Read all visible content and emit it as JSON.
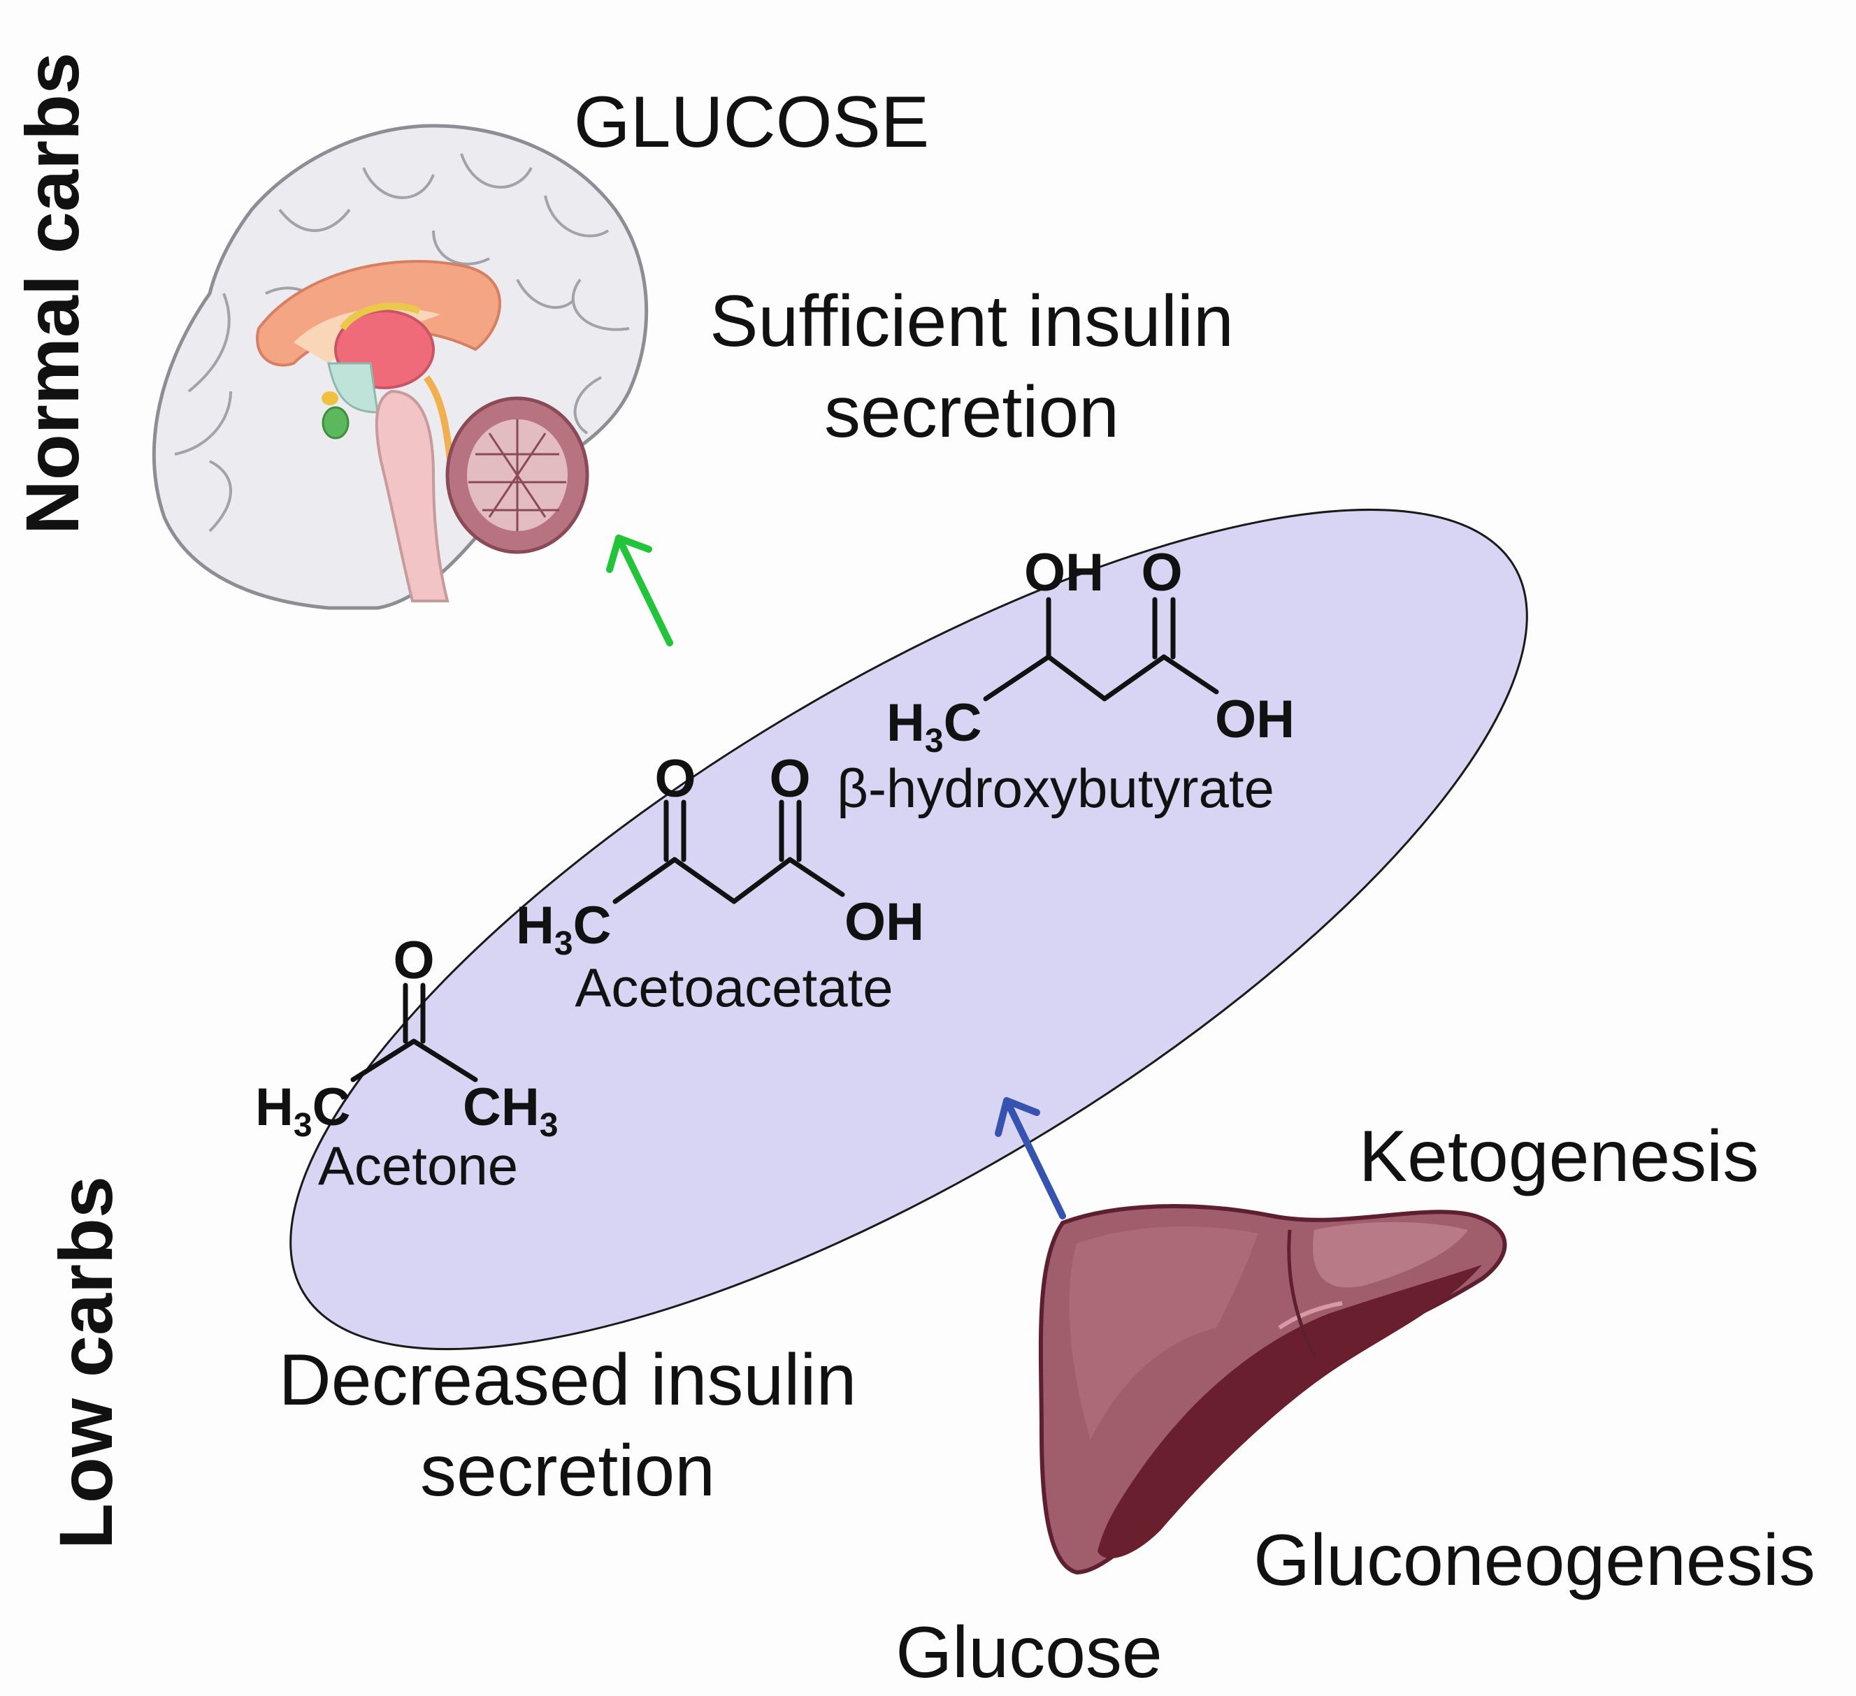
{
  "side_labels": {
    "top": "Normal carbs",
    "bottom": "Low carbs"
  },
  "brain_section": {
    "fuel_label": "GLUCOSE",
    "insulin_line1": "Sufficient insulin",
    "insulin_line2": "secretion"
  },
  "ketone_bodies": {
    "bhb": {
      "name": "β-hydroxybutyrate",
      "oh_top": "OH",
      "o_top": "O",
      "oh_right": "OH",
      "h3c_h": "H",
      "h3c_3": "3",
      "h3c_c": "C"
    },
    "acetoacetate": {
      "name": "Acetoacetate",
      "o_left": "O",
      "o_right": "O",
      "oh": "OH",
      "h3c_h": "H",
      "h3c_3": "3",
      "h3c_c": "C"
    },
    "acetone": {
      "name": "Acetone",
      "o": "O",
      "h3c_h": "H",
      "h3c_3": "3",
      "h3c_c": "C",
      "ch3_ch": "CH",
      "ch3_3": "3"
    }
  },
  "liver_section": {
    "ketogenesis": "Ketogenesis",
    "gluconeogenesis": "Gluconeogenesis",
    "glucose": "Glucose",
    "insulin_line1": "Decreased insulin",
    "insulin_line2": "secretion"
  },
  "colors": {
    "ellipse_fill": "#d8d4f3",
    "brain_arrow": "#22c43a",
    "liver_arrow": "#3653b0",
    "liver": "#a05e6c",
    "brain": "#ececf0"
  },
  "icons": [
    "brain-illustration",
    "liver-illustration"
  ]
}
